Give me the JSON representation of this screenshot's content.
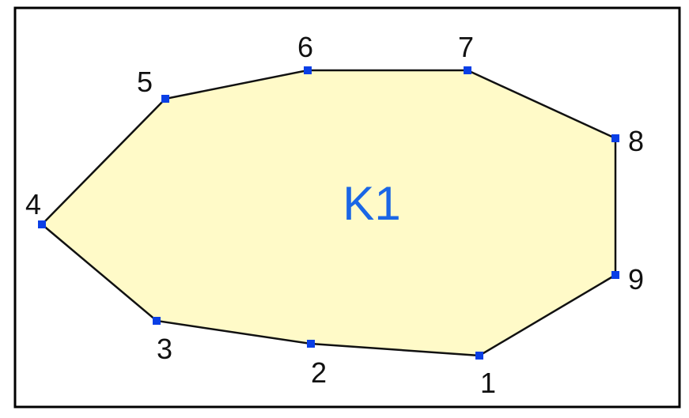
{
  "diagram": {
    "area_label": "K1",
    "colors": {
      "background": "#ffffff",
      "frame": "#000000",
      "fill": "#fffac8",
      "outline": "#111111",
      "vertex": "#0a3fe6",
      "area_label": "#1a66e6"
    },
    "vertices": [
      {
        "label": "1"
      },
      {
        "label": "2"
      },
      {
        "label": "3"
      },
      {
        "label": "4"
      },
      {
        "label": "5"
      },
      {
        "label": "6"
      },
      {
        "label": "7"
      },
      {
        "label": "8"
      },
      {
        "label": "9"
      }
    ]
  }
}
